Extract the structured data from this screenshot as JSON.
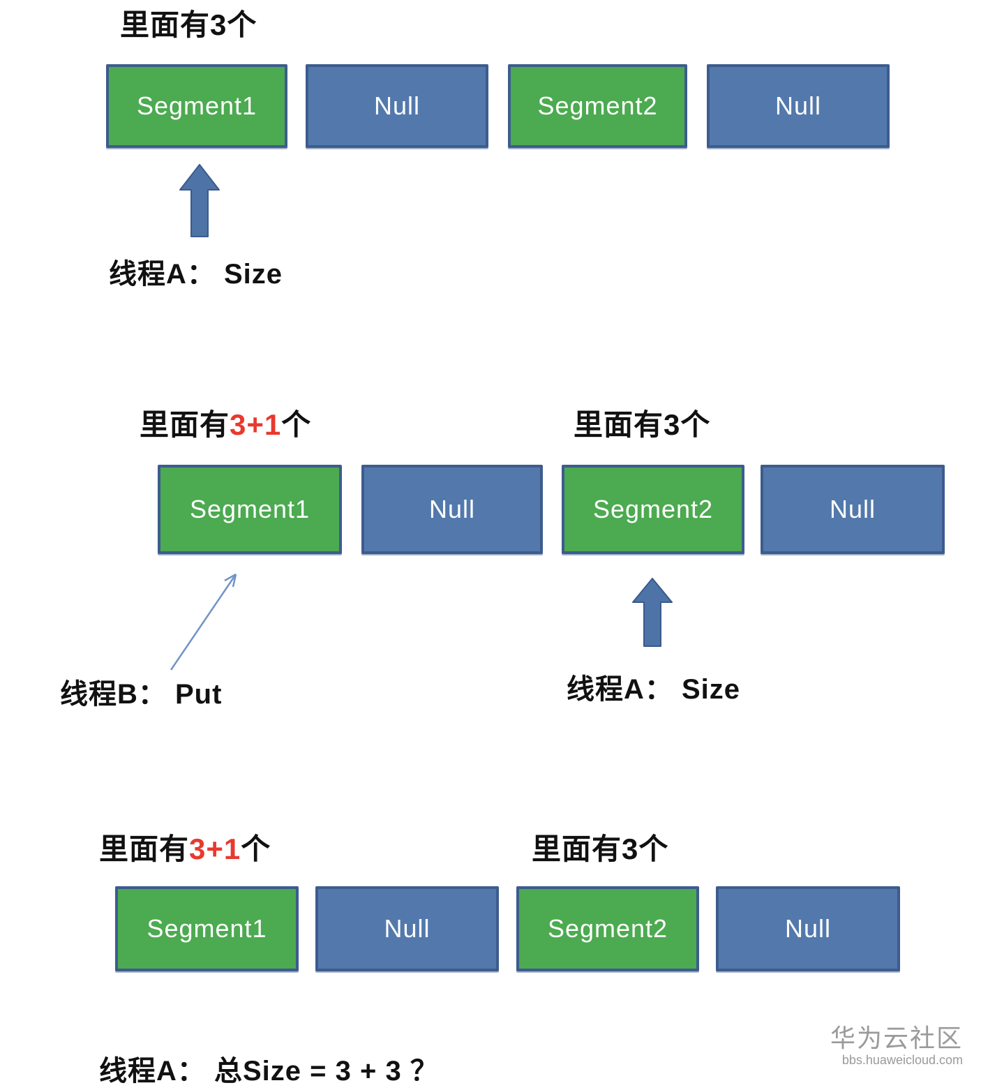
{
  "colors": {
    "segment_green": "#4caa50",
    "null_blue": "#5379ac",
    "box_border": "#3d5c8e",
    "block_arrow_fill": "#4e73a7",
    "block_arrow_border": "#3a5a8c",
    "thin_arrow": "#6f94c8",
    "highlight_red": "#e8392f",
    "text_black": "#111111",
    "box_text_white": "#ffffff",
    "watermark_gray": "#9a9a9a"
  },
  "panel1": {
    "count": {
      "prefix": "里面有",
      "value": "3",
      "suffix": "个"
    },
    "boxes": [
      {
        "label": "Segment1"
      },
      {
        "label": "Null"
      },
      {
        "label": "Segment2"
      },
      {
        "label": "Null"
      }
    ],
    "thread_a": "线程A： Size"
  },
  "panel2": {
    "count_left": {
      "prefix": "里面有",
      "value": "3+1",
      "suffix": "个"
    },
    "count_right": {
      "prefix": "里面有",
      "value": "3",
      "suffix": "个"
    },
    "boxes": [
      {
        "label": "Segment1"
      },
      {
        "label": "Null"
      },
      {
        "label": "Segment2"
      },
      {
        "label": "Null"
      }
    ],
    "thread_b": "线程B： Put",
    "thread_a": "线程A： Size"
  },
  "panel3": {
    "count_left": {
      "prefix": "里面有",
      "value": "3+1",
      "suffix": "个"
    },
    "count_right": {
      "prefix": "里面有",
      "value": "3",
      "suffix": "个"
    },
    "boxes": [
      {
        "label": "Segment1"
      },
      {
        "label": "Null"
      },
      {
        "label": "Segment2"
      },
      {
        "label": "Null"
      }
    ],
    "conclusion": "线程A： 总Size = 3 + 3 ？"
  },
  "watermark": {
    "title": "华为云社区",
    "url": "bbs.huaweicloud.com"
  }
}
